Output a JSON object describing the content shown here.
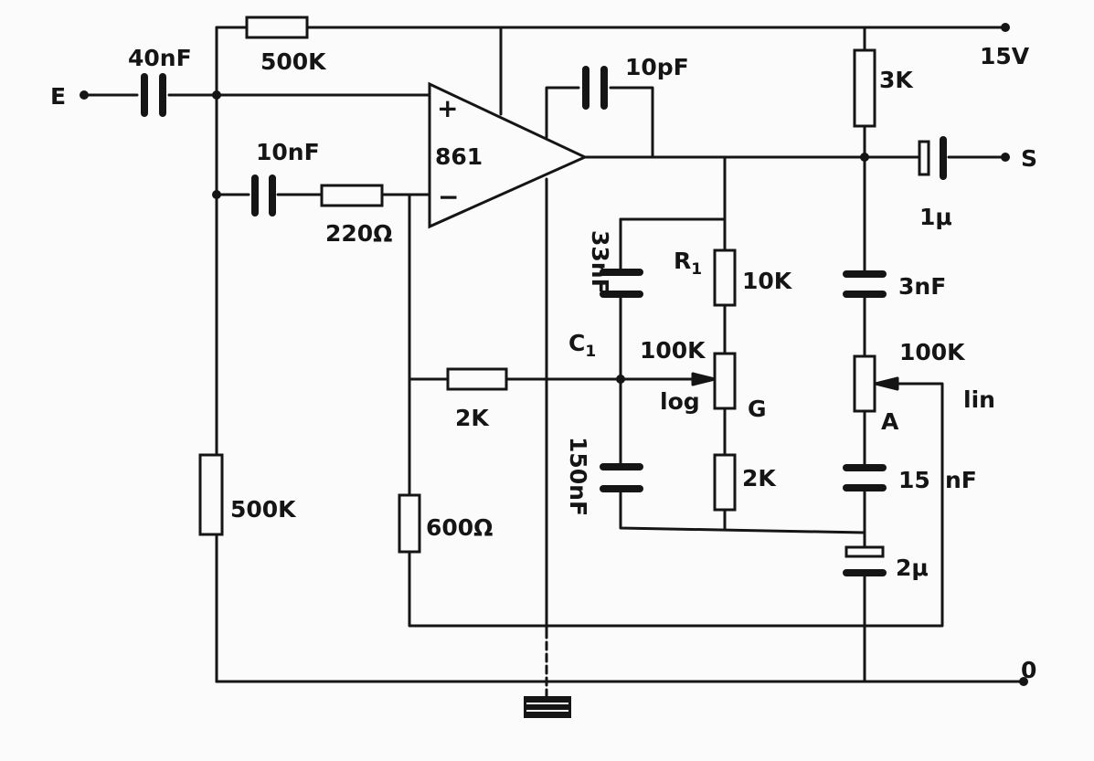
{
  "terminals": {
    "input": "E",
    "output": "S",
    "supply": "15V",
    "ground": "0"
  },
  "opamp": {
    "label": "861",
    "plus": "+",
    "minus": "−"
  },
  "components": {
    "c_in": "40nF",
    "r_feed_top": "500K",
    "c_10n": "10nF",
    "r_220": "220Ω",
    "c_fb": "10pF",
    "r_3k": "3K",
    "c_out": "1μ",
    "c_33n": "33nF",
    "c1_label": "C",
    "c1_sub": "1",
    "r1_label": "R",
    "r1_sub": "1",
    "r1_value": "10K",
    "pot_g_value": "100K",
    "pot_g_taper": "log",
    "pot_g_label": "G",
    "c_150n": "150nF",
    "r_2k_mid": "2K",
    "r_2k_horiz": "2K",
    "c_3n": "3nF",
    "pot_a_value": "100K",
    "pot_a_taper": "lin",
    "pot_a_label": "A",
    "c_15n": "15",
    "c_15n_unit": "nF",
    "c_2u": "2μ",
    "r_500_left": "500K",
    "r_600": "600Ω"
  }
}
